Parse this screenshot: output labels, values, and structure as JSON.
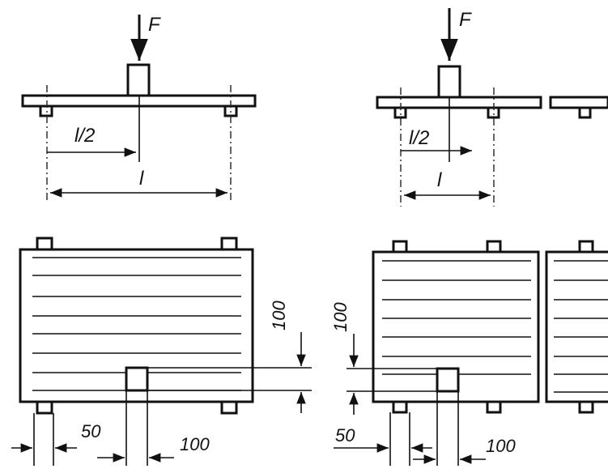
{
  "labels": {
    "force": "F",
    "half_span": "l/2",
    "span": "l",
    "dim_100_vertical": "100",
    "dim_50": "50",
    "dim_100_horizontal": "100"
  }
}
